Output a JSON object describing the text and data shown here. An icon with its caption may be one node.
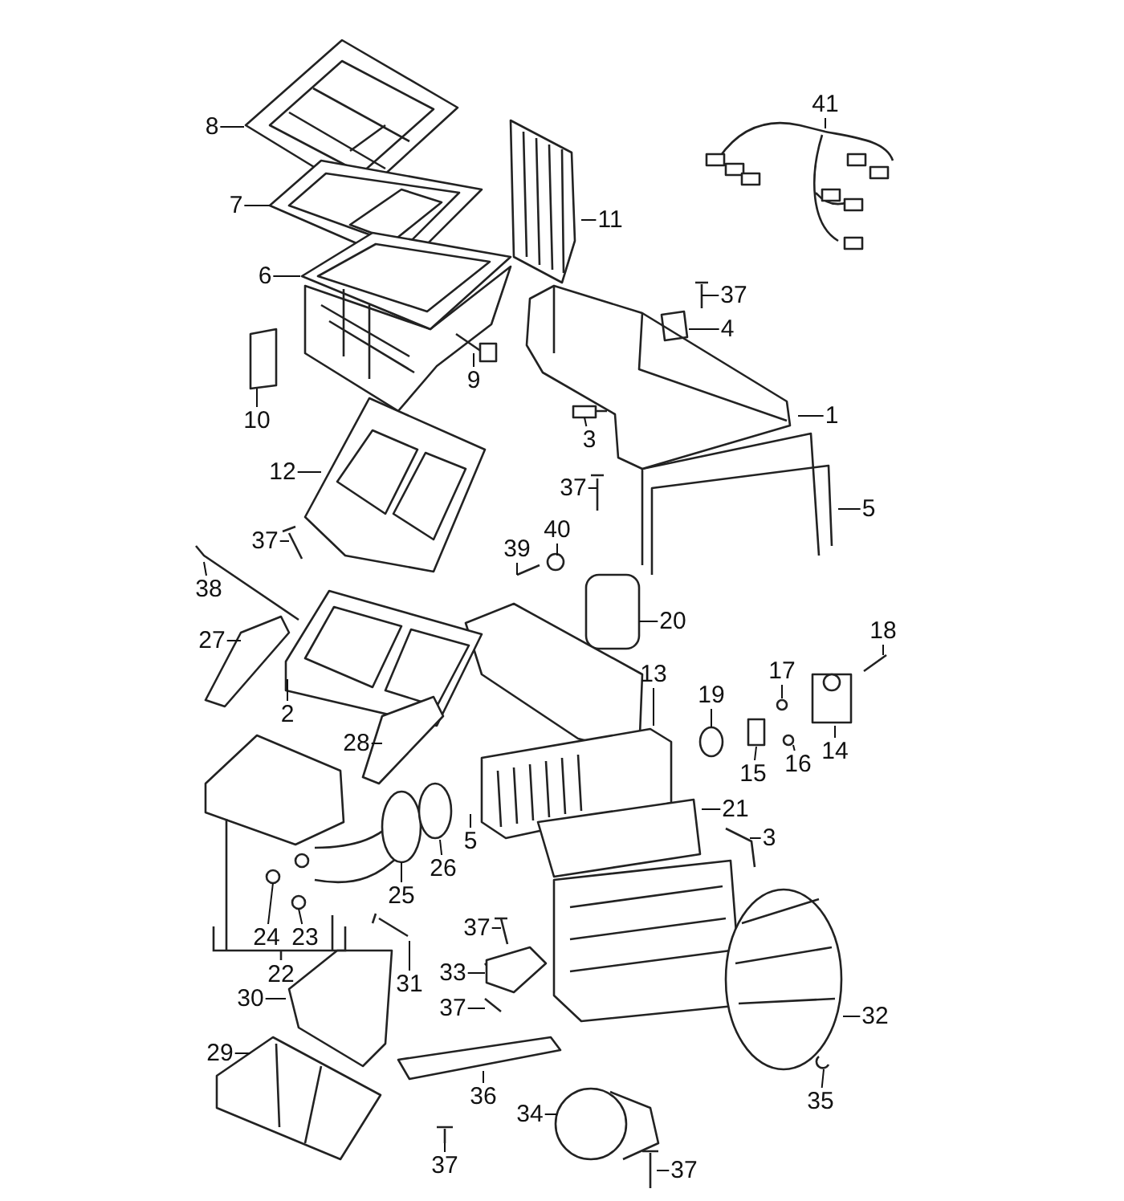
{
  "diagram": {
    "nodes": [
      {
        "text": [
          "41"
        ]
      },
      {
        "text": [
          "8"
        ]
      },
      {
        "text": [
          "7"
        ]
      },
      {
        "text": [
          "11"
        ]
      },
      {
        "text": [
          "6"
        ]
      },
      {
        "text": [
          "37"
        ]
      },
      {
        "text": [
          "4"
        ]
      },
      {
        "text": [
          "9"
        ]
      },
      {
        "text": [
          "1"
        ]
      },
      {
        "text": [
          "10"
        ]
      },
      {
        "text": [
          "3"
        ]
      },
      {
        "text": [
          "12"
        ]
      },
      {
        "text": [
          "37"
        ]
      },
      {
        "text": [
          "5"
        ]
      },
      {
        "text": [
          "40"
        ]
      },
      {
        "text": [
          "37"
        ]
      },
      {
        "text": [
          "39"
        ]
      },
      {
        "text": [
          "38"
        ]
      },
      {
        "text": [
          "20"
        ]
      },
      {
        "text": [
          "18"
        ]
      },
      {
        "text": [
          "27"
        ]
      },
      {
        "text": [
          "17"
        ]
      },
      {
        "text": [
          "13"
        ]
      },
      {
        "text": [
          "19"
        ]
      },
      {
        "text": [
          "2"
        ]
      },
      {
        "text": [
          "28"
        ]
      },
      {
        "text": [
          "14"
        ]
      },
      {
        "text": [
          "16"
        ]
      },
      {
        "text": [
          "15"
        ]
      },
      {
        "text": [
          "21"
        ]
      },
      {
        "text": [
          "3"
        ]
      },
      {
        "text": [
          "5"
        ]
      },
      {
        "text": [
          "26"
        ]
      },
      {
        "text": [
          "25"
        ]
      },
      {
        "text": [
          "37"
        ]
      },
      {
        "text": [
          "24"
        ]
      },
      {
        "text": [
          "23"
        ]
      },
      {
        "text": [
          "33"
        ]
      },
      {
        "text": [
          "31"
        ]
      },
      {
        "text": [
          "30"
        ]
      },
      {
        "text": [
          "37"
        ]
      },
      {
        "text": [
          "32"
        ]
      },
      {
        "text": [
          "29"
        ]
      },
      {
        "text": [
          "36"
        ]
      },
      {
        "text": [
          "35"
        ]
      },
      {
        "text": [
          "34"
        ]
      },
      {
        "text": [
          "37"
        ]
      },
      {
        "text": [
          "37"
        ]
      },
      {
        "text": [],
        "shape": "picture"
      },
      {
        "text": [],
        "shape": "picture"
      },
      {
        "text": [],
        "shape": "picture"
      },
      {
        "text": [],
        "shape": "picture"
      },
      {
        "text": [],
        "shape": "picture"
      },
      {
        "text": [],
        "shape": "picture"
      }
    ],
    "edges": [
      {
        "from": 0,
        "to": null,
        "arrow": "none"
      },
      {
        "from": 1,
        "to": null,
        "arrow": "none"
      },
      {
        "from": 2,
        "to": null,
        "arrow": "none"
      },
      {
        "from": 3,
        "to": null,
        "arrow": "none"
      },
      {
        "from": 4,
        "to": null,
        "arrow": "none"
      },
      {
        "from": 5,
        "to": 52,
        "arrow": "none"
      },
      {
        "from": 6,
        "to": 49,
        "arrow": "none"
      },
      {
        "from": 7,
        "to": null,
        "arrow": "none"
      },
      {
        "from": 8,
        "to": 48,
        "arrow": "none"
      },
      {
        "from": 9,
        "to": null,
        "arrow": "none"
      },
      {
        "from": 10,
        "to": 53,
        "arrow": "none"
      },
      {
        "from": 11,
        "to": null,
        "arrow": "none"
      },
      {
        "from": 12,
        "to": null,
        "arrow": "none"
      },
      {
        "from": 13,
        "to": null,
        "arrow": "none"
      },
      {
        "from": 14,
        "to": null,
        "arrow": "none"
      },
      {
        "from": 15,
        "to": null,
        "arrow": "none"
      },
      {
        "from": 16,
        "to": null,
        "arrow": "none"
      },
      {
        "from": 17,
        "to": null,
        "arrow": "none"
      },
      {
        "from": 18,
        "to": null,
        "arrow": "none"
      },
      {
        "from": 19,
        "to": null,
        "arrow": "none"
      },
      {
        "from": 20,
        "to": null,
        "arrow": "none"
      },
      {
        "from": 21,
        "to": null,
        "arrow": "none"
      },
      {
        "from": 22,
        "to": null,
        "arrow": "none"
      },
      {
        "from": 23,
        "to": null,
        "arrow": "none"
      },
      {
        "from": 24,
        "to": null,
        "arrow": "none"
      },
      {
        "from": 25,
        "to": null,
        "arrow": "none"
      },
      {
        "from": 26,
        "to": null,
        "arrow": "none"
      },
      {
        "from": 27,
        "to": null,
        "arrow": "none"
      },
      {
        "from": 28,
        "to": null,
        "arrow": "none"
      },
      {
        "from": 29,
        "to": null,
        "arrow": "none"
      },
      {
        "from": 30,
        "to": null,
        "arrow": "none"
      },
      {
        "from": 31,
        "to": null,
        "arrow": "none"
      },
      {
        "from": 32,
        "to": null,
        "arrow": "none"
      },
      {
        "from": 33,
        "to": null,
        "arrow": "none"
      },
      {
        "from": 34,
        "to": null,
        "arrow": "none"
      },
      {
        "from": 35,
        "to": null,
        "arrow": "none"
      },
      {
        "from": 36,
        "to": null,
        "arrow": "none"
      },
      {
        "from": 37,
        "to": null,
        "arrow": "none"
      },
      {
        "from": 38,
        "to": 51,
        "arrow": "none"
      },
      {
        "from": 39,
        "to": null,
        "arrow": "none"
      },
      {
        "from": 40,
        "to": null,
        "arrow": "none"
      },
      {
        "from": 41,
        "to": null,
        "arrow": "none"
      },
      {
        "from": 42,
        "to": null,
        "arrow": "none"
      },
      {
        "from": 43,
        "to": null,
        "arrow": "none"
      },
      {
        "from": 44,
        "to": 50,
        "arrow": "none"
      },
      {
        "from": 45,
        "to": null,
        "arrow": "none"
      },
      {
        "from": 46,
        "to": null,
        "arrow": "none"
      },
      {
        "from": 47,
        "to": null,
        "arrow": "none"
      }
    ],
    "labels": [
      "22"
    ]
  }
}
